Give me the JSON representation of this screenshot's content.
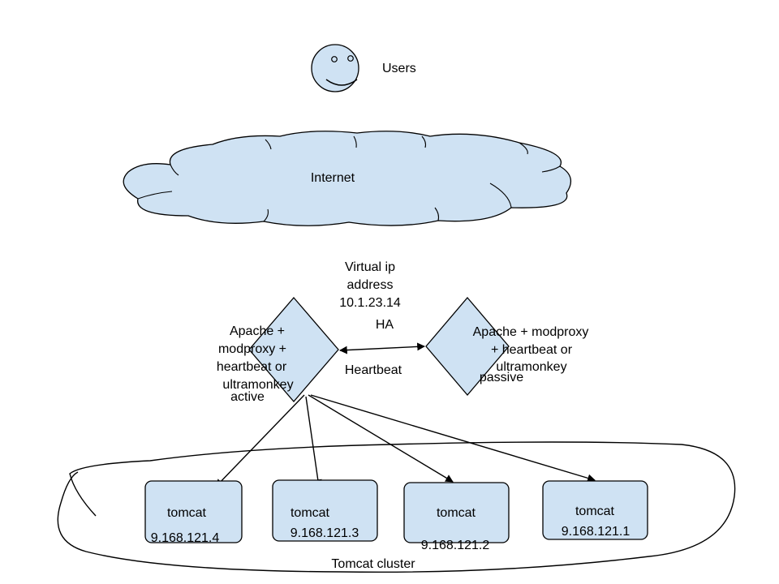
{
  "colors": {
    "fill": "#cfe2f3",
    "stroke": "#000000",
    "background": "#ffffff"
  },
  "users": {
    "icon": "smiley-face-icon",
    "label": "Users"
  },
  "internet": {
    "icon": "cloud-icon",
    "label": "Internet"
  },
  "virtual_ip": {
    "line1": "Virtual ip",
    "line2": "address",
    "line3": "10.1.23.14"
  },
  "ha_label": "HA",
  "heartbeat_label": "Heartbeat",
  "apache_active": {
    "lines": [
      "Apache +",
      "modproxy +",
      "heartbeat or",
      "ultramonkey"
    ],
    "status": "active"
  },
  "apache_passive": {
    "lines": [
      "Apache + modproxy",
      "+ heartbeat or",
      "ultramonkey"
    ],
    "status": "passive"
  },
  "tomcat_nodes": [
    {
      "label": "tomcat",
      "ip": "9.168.121.4"
    },
    {
      "label": "tomcat",
      "ip": "9.168.121.3"
    },
    {
      "label": "tomcat",
      "ip": "9.168.121.2"
    },
    {
      "label": "tomcat",
      "ip": "9.168.121.1"
    }
  ],
  "cluster_label": "Tomcat cluster"
}
